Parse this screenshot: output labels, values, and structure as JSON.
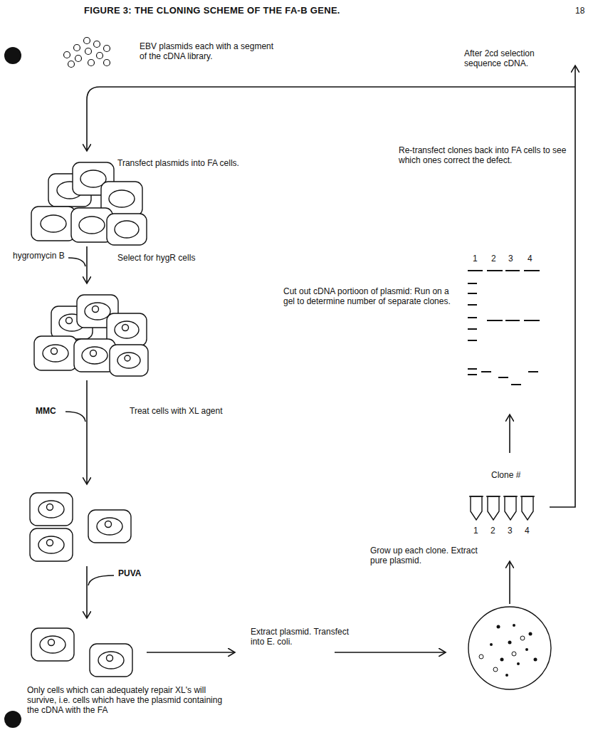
{
  "diagram": {
    "title": "FIGURE 3: THE CLONING SCHEME OF THE FA-B GENE.",
    "labels": [
      "18",
      "EBV plasmids each with a segment of the cDNA library.",
      "After 2cd selection sequence cDNA.",
      "Transfect plasmids into FA cells.",
      "Re-transfect clones back into FA cells to see which ones correct the defect.",
      "1",
      "2",
      "3",
      "4",
      "hygromycin B",
      "Select for hygR cells",
      "Cut out cDNA portioon of plasmid: Run on a gel to determine number of separate clones.",
      "MMC",
      "Treat cells with XL agent",
      "Clone #",
      "1",
      "2",
      "3",
      "4",
      "Grow up each clone. Extract pure plasmid.",
      "PUVA",
      "Extract plasmid. Transfect into E. coli.",
      "Only cells which can adequately repair XL's will survive, i.e. cells which have the plasmid containing the cDNA with the FA"
    ]
  }
}
